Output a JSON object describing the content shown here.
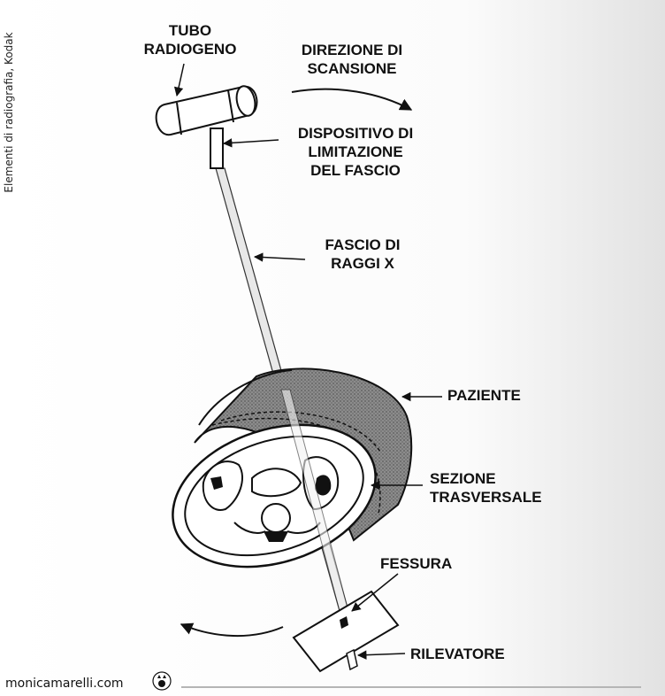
{
  "credit": "Elementi di radiografia, Kodak",
  "watermark": "monicamarelli.com",
  "labels": {
    "tubo": [
      "TUBO",
      "RADIOGENO"
    ],
    "direzione": [
      "DIREZIONE DI",
      "SCANSIONE"
    ],
    "dispositivo": [
      "DISPOSITIVO DI",
      "LIMITAZIONE",
      "DEL FASCIO"
    ],
    "fascio": [
      "FASCIO DI",
      "RAGGI X"
    ],
    "paziente": "PAZIENTE",
    "sezione": [
      "SEZIONE",
      "TRASVERSALE"
    ],
    "fessura": "FESSURA",
    "rilevatore": "RILEVATORE"
  }
}
